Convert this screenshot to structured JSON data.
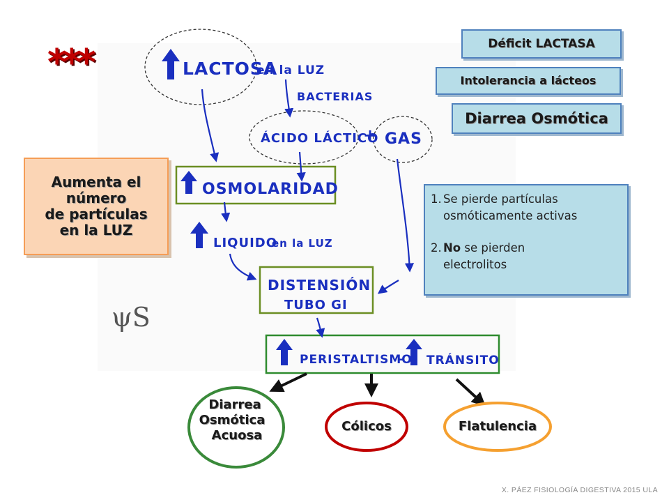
{
  "stars": "***",
  "labels": {
    "deficit": "Déficit LACTASA",
    "intolerance": "Intolerancia a lácteos",
    "osmotic": "Diarrea Osmótica"
  },
  "increase_box": {
    "lines": [
      "Aumenta el",
      "número",
      "de partículas",
      "en la LUZ"
    ]
  },
  "notes": {
    "item1_num": "1.",
    "item1_line1": "Se pierde partículas",
    "item1_line2": "osmóticamente activas",
    "item2_num": "2.",
    "item2_bold": "No",
    "item2_rest": " se pierden",
    "item2_line2": "electrolitos"
  },
  "handwritten": {
    "lactosa": "LACTOSA",
    "en_la_luz": "en la LUZ",
    "bacterias": "BACTERIAS",
    "acido_lactico": "ÁCIDO LÁCTICO",
    "plus": "+",
    "gas": "GAS",
    "osmolaridad": "OSMOLARIDAD",
    "liquido": "LIQUIDO",
    "en_la_luz_2": "en la LUZ",
    "distension": "DISTENSIÓN",
    "tubo_gi": "TUBO GI",
    "peristaltismo": "PERISTALTISMO",
    "dash": "-",
    "transito": "TRÁNSITO",
    "scribble": "ψS"
  },
  "outcomes": {
    "diarrea_line1": "Diarrea",
    "diarrea_line2": "Osmótica",
    "diarrea_line3": "Acuosa",
    "colicos": "Cólicos",
    "flatulencia": "Flatulencia"
  },
  "footer": "X. PÁEZ   FISIOLOGÍA DIGESTIVA 2015  ULA",
  "colors": {
    "ink": "#1a2fbf",
    "green_box": "#6b8e23",
    "green_oval": "#3a8a3a",
    "red_oval": "#c00000",
    "orange_oval": "#f5a030",
    "blue_box": "#b7dde8",
    "orange_box": "#fbd5b5",
    "stars": "#c00000"
  },
  "icons": [
    "up-arrow-icon",
    "down-arrow-icon"
  ]
}
